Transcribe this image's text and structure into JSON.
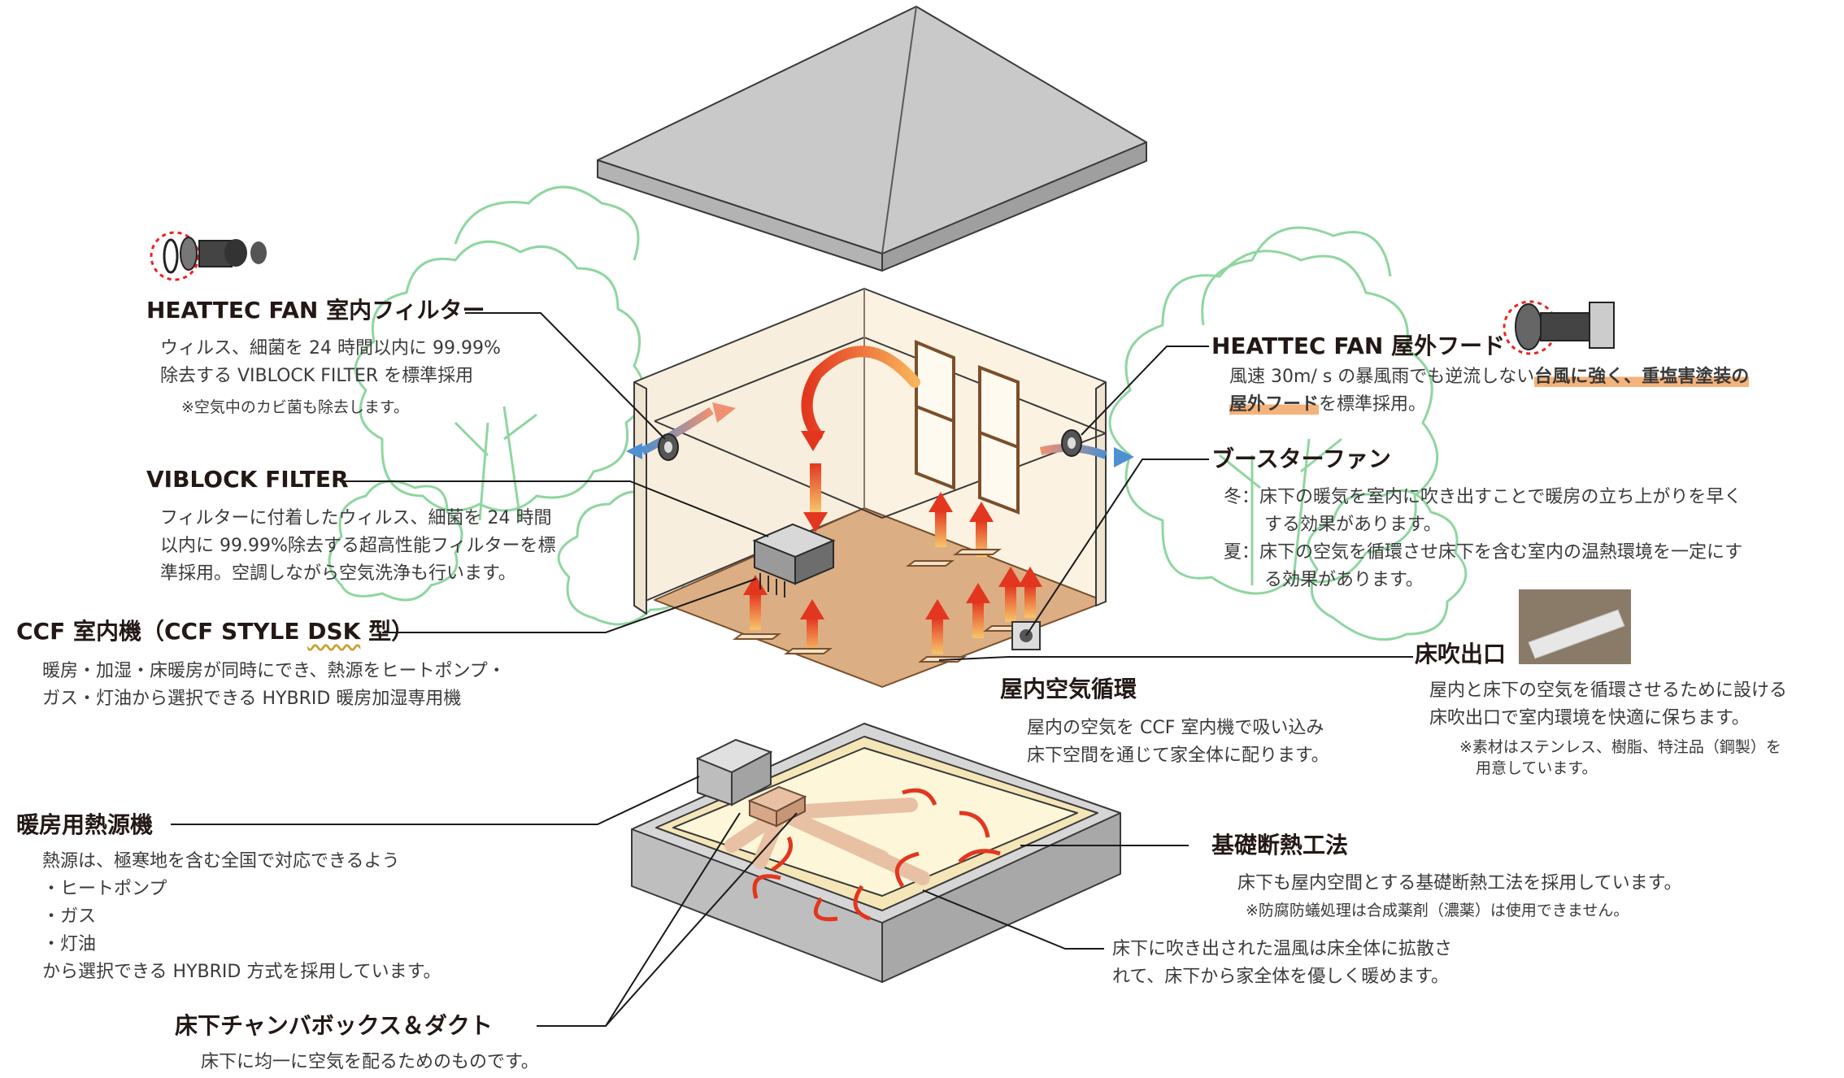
{
  "callouts": {
    "indoor_filter": {
      "title": "HEATTEC FAN 室内フィルター",
      "line1": "ウィルス、細菌を 24 時間以内に 99.99%",
      "line2": "除去する VIBLOCK FILTER を標準採用",
      "note": "※空気中のカビ菌も除去します。"
    },
    "viblock": {
      "title": "VIBLOCK FILTER",
      "line1": "フィルターに付着したウィルス、細菌を 24 時間",
      "line2": "以内に 99.99%除去する超高性能フィルターを標",
      "line3": "準採用。空調しながら空気洗浄も行います。"
    },
    "ccf_unit": {
      "title_a": "CCF 室内機（CCF STYLE ",
      "title_b": "DSK",
      "title_c": " 型）",
      "line1": "暖房・加湿・床暖房が同時にでき、熱源をヒートポンプ・",
      "line2": "ガス・灯油から選択できる HYBRID 暖房加湿専用機"
    },
    "heat_source": {
      "title": "暖房用熱源機",
      "line1": "熱源は、極寒地を含む全国で対応できるよう",
      "item1": "・ヒートポンプ",
      "item2": "・ガス",
      "item3": "・灯油",
      "line2": "から選択できる HYBRID 方式を採用しています。"
    },
    "chamber": {
      "title": "床下チャンバボックス＆ダクト",
      "line1": "床下に均一に空気を配るためのものです。"
    },
    "outdoor_hood": {
      "title": "HEATTEC FAN 屋外フード",
      "line1_a": "風速 30m/ s の暴風雨でも逆流しない",
      "line1_hl": "台風に強く、重塩害塗装の",
      "line2_hl": "屋外フード",
      "line2_b": "を標準採用。"
    },
    "booster": {
      "title": "ブースターファン",
      "w1": "冬：床下の暖気を室内に吹き出すことで暖房の立ち上がりを早く",
      "w2": "する効果があります。",
      "s1": "夏：床下の空気を循環させ床下を含む室内の温熱環境を一定にす",
      "s2": "る効果があります。"
    },
    "floor_outlet": {
      "title": "床吹出口",
      "line1": "屋内と床下の空気を循環させるために設ける",
      "line2": "床吹出口で室内環境を快適に保ちます。",
      "note1": "※素材はステンレス、樹脂、特注品（鋼製）を",
      "note2": "用意しています。"
    },
    "circulation": {
      "title": "屋内空気循環",
      "line1": "屋内の空気を CCF 室内機で吸い込み",
      "line2": "床下空間を通じて家全体に配ります。"
    },
    "foundation": {
      "title": "基礎断熱工法",
      "line1": "床下も屋内空間とする基礎断熱工法を採用しています。",
      "note": "※防腐防蟻処理は合成薬剤（濃薬）は使用できません。"
    },
    "underfloor": {
      "line1": "床下に吹き出された温風は床全体に拡散さ",
      "line2": "れて、床下から家全体を優しく暖めます。"
    }
  },
  "colors": {
    "roof": "#c9c9c9",
    "wall": "#f7eedd",
    "floor": "#dcae84",
    "foundation_inner": "#fdf6d9",
    "tree": "#8fd6a0",
    "warm_arrow": "#e8452a",
    "cool_arrow": "#5b9bd5",
    "highlight": "#f5b27a"
  }
}
